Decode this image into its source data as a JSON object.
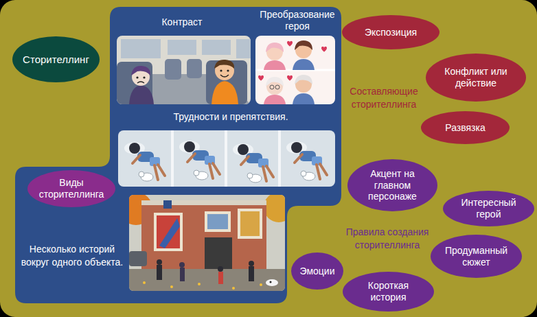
{
  "diagram": {
    "nodes": [
      {
        "text": [
          "Сторителлинг"
        ]
      },
      {
        "text": [
          "Контраст",
          "Преобразование героя",
          "Трудности и препятствия.",
          "Несколько историй вокруг одного объекта."
        ]
      },
      {
        "text": [
          "Виды сторителлинга"
        ],
        "in": 1
      },
      {
        "text": [
          "Экспозиция"
        ]
      },
      {
        "text": [
          "Конфликт или действие"
        ]
      },
      {
        "text": [
          "Развязка"
        ]
      },
      {
        "text": [
          "Акцент на главном персонаже"
        ]
      },
      {
        "text": [
          "Интересный герой"
        ]
      },
      {
        "text": [
          "Продуманный сюжет"
        ]
      },
      {
        "text": [
          "Эмоции"
        ]
      },
      {
        "text": [
          "Короткая история"
        ]
      }
    ],
    "labels": [
      "Составляющие сторителлинга",
      "Правила создания сторителлинга"
    ]
  }
}
